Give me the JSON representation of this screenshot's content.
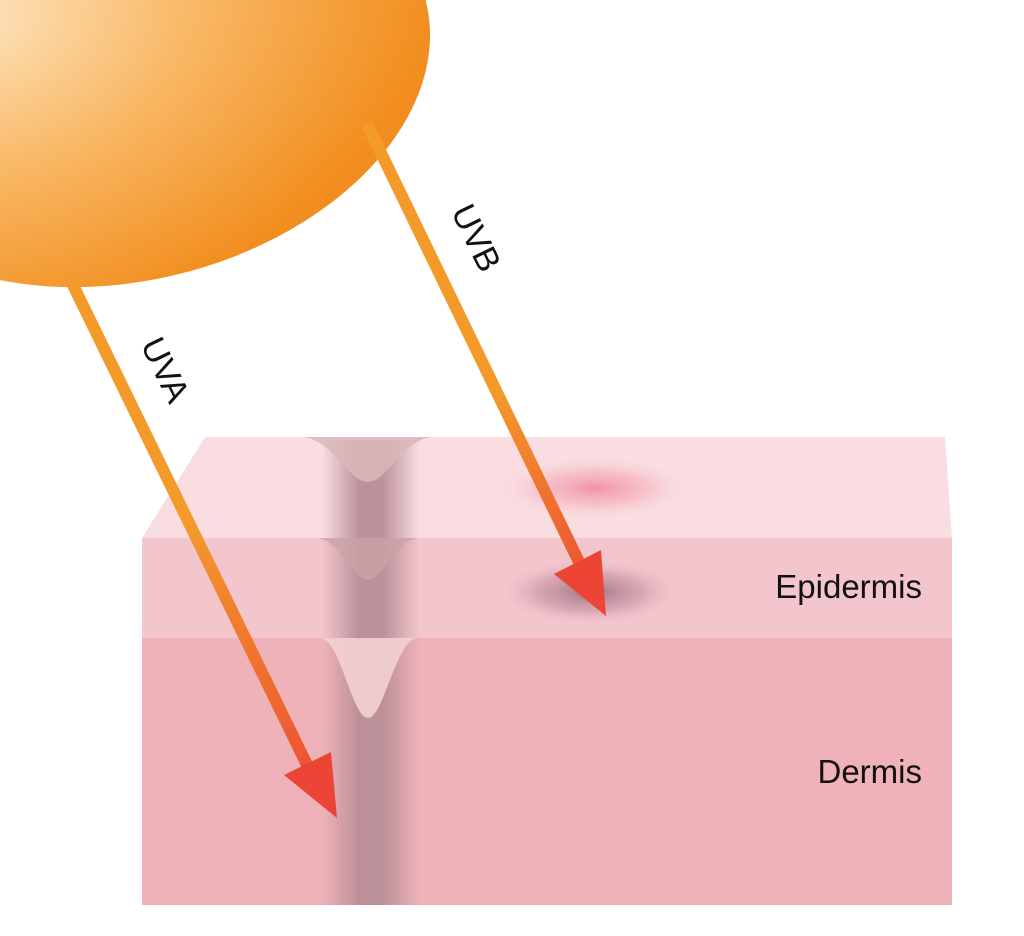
{
  "diagram": {
    "rays": [
      {
        "id": "uva",
        "label": "UVA"
      },
      {
        "id": "uvb",
        "label": "UVB"
      }
    ],
    "layers": [
      {
        "id": "epidermis",
        "label": "Epidermis"
      },
      {
        "id": "dermis",
        "label": "Dermis"
      }
    ],
    "colors": {
      "sun_center": "#fde3bc",
      "sun_edge": "#f28e1f",
      "ray_top": "#f39a2a",
      "ray_bottom": "#ec4535",
      "skin_surface": "#f9dde0",
      "epidermis": "#f3c6cd",
      "dermis": "#efb2b8",
      "lesion_surface": "#f08fa4",
      "lesion_deep": "#9b6f80",
      "damage_column": "#b98e96"
    }
  }
}
